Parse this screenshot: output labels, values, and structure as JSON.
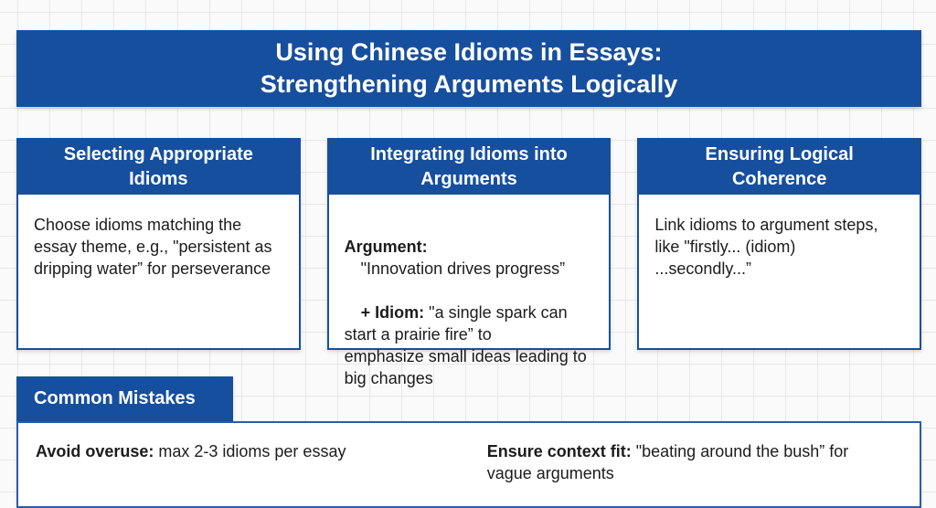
{
  "page": {
    "title_line1": "Using Chinese Idioms in Essays:",
    "title_line2": "Strengthening Arguments Logically"
  },
  "colors": {
    "accent_blue": "#174f9f",
    "card_background": "#ffffff",
    "text_dark": "#1c1c1c",
    "grid_line": "#e7e7ea"
  },
  "cards": [
    {
      "header": "Selecting Appropriate\nIdioms",
      "body": "Choose idioms matching the\nessay theme, e.g., \"persistent as\ndripping water” for perseverance"
    },
    {
      "header": "Integrating Idioms into\nArguments",
      "body": {
        "argument_label": "Argument:",
        "argument_quote": "\"Innovation drives progress”",
        "idiom_label": "+ Idiom:",
        "idiom_text": " \"a single spark can\nstart a prairie fire” to\nemphasize small ideas leading to\nbig changes"
      }
    },
    {
      "header": "Ensuring Logical\nCoherence",
      "body": "Link idioms to argument steps,\nlike \"firstly... (idiom)\n...secondly...”"
    }
  ],
  "common_mistakes": {
    "tab_label": "Common Mistakes",
    "items": [
      {
        "label": "Avoid overuse:",
        "text": " max 2-3 idioms per essay"
      },
      {
        "label": "Ensure context fit:",
        "text": " \"beating around the bush” for\nvague arguments"
      }
    ]
  }
}
